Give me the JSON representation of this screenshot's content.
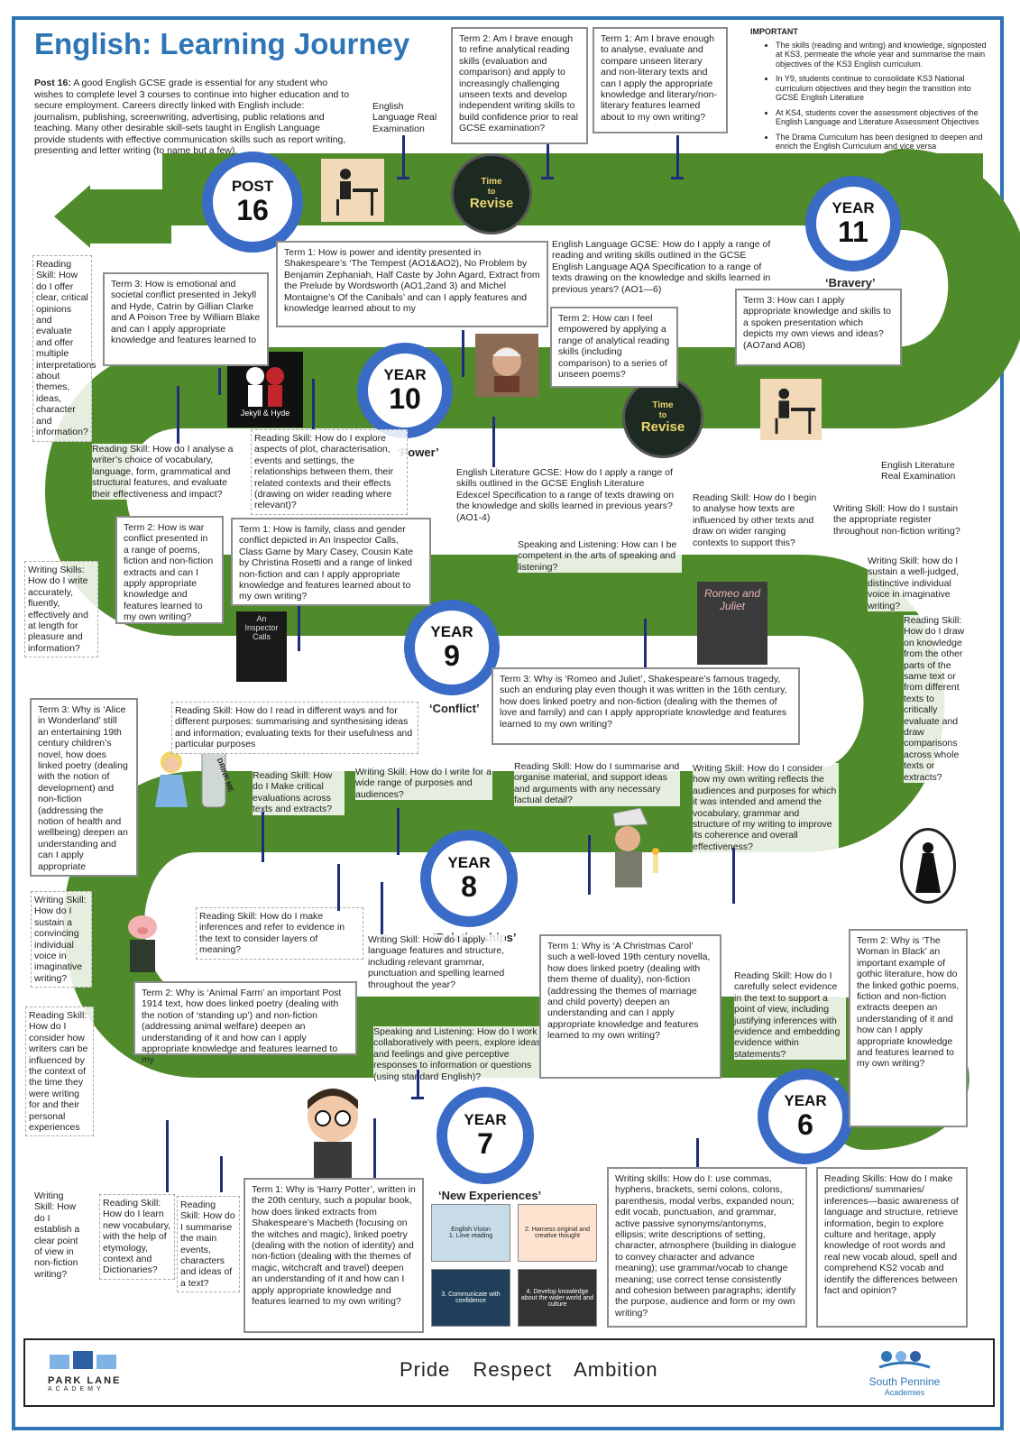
{
  "title": "English: Learning Journey",
  "post16": {
    "label": "Post 16:",
    "text": "A good English GCSE grade is essential for any student who wishes to complete level 3 courses to continue into higher education and to secure employment. Careers directly linked with English include: journalism, publishing, screenwriting, advertising, public relations and teaching. Many other desirable skill-sets taught in English Language provide students with effective communication skills such as report writing, presenting and letter writing (to name but a few)."
  },
  "important": {
    "heading": "IMPORTANT",
    "items": [
      "The skills (reading and writing) and knowledge, signposted at KS3, permeate the whole year and summarise the main objectives of the KS3 English curriculum.",
      "In Y9, students continue to consolidate KS3 National curriculum objectives and they begin the transition into GCSE English Literature",
      "At KS4, students cover the assessment objectives of the English Language and Literature Assessment Objectives",
      "The Drama Curriculum has been designed to deepen and enrich the English Curriculum and vice versa"
    ]
  },
  "circles": {
    "post16": {
      "label": "POST",
      "num": "16"
    },
    "y11": {
      "label": "YEAR",
      "num": "11"
    },
    "y10": {
      "label": "YEAR",
      "num": "10"
    },
    "y9": {
      "label": "YEAR",
      "num": "9"
    },
    "y8": {
      "label": "YEAR",
      "num": "8"
    },
    "y7": {
      "label": "YEAR",
      "num": "7"
    },
    "y6": {
      "label": "YEAR",
      "num": "6"
    }
  },
  "themes": {
    "y11": "‘Bravery’",
    "y10": "‘Power’",
    "y9": "‘Conflict’",
    "y8": "‘Relationships’",
    "y7": "‘New Experiences’"
  },
  "y11": {
    "lang_exam": "English Language Real Examination",
    "term2": "Term 2: Am I brave enough to refine analytical reading skills (evaluation and comparison) and apply to increasingly challenging unseen texts and develop independent writing skills to build confidence prior to real GCSE examination?",
    "term1": "Term 1: Am I brave enough to analyse, evaluate and compare unseen literary and non-literary texts and can I apply the appropriate knowledge and literary/non-literary features learned about to my own writing?",
    "lang_gcse": "English Language GCSE: How do I apply a range of reading and writing skills outlined in the GCSE English Language AQA Specification to a range of texts drawing on the knowledge and skills learned in previous years? (AO1—6)",
    "term3": "Term 3: How can I apply appropriate knowledge and skills to a spoken presentation which depicts my own views and ideas? (AO7and AO8)",
    "lit_exam": "English Literature Real Examination"
  },
  "y10": {
    "term1": "Term 1: How is power and identity presented in Shakespeare’s ‘The Tempest (AO1&AO2), No Problem by Benjamin Zephaniah, Half Caste by John Agard, Extract from the Prelude by Wordsworth (AO1,2and 3) and Michel Montaigne’s Of the Canibals’ and can I apply features and knowledge learned about to my",
    "term2": "Term 2: How can I feel empowered by applying a range of analytical reading skills (including comparison) to a series of unseen poems?",
    "term3": "Term 3: How is emotional and societal conflict presented in Jekyll and Hyde, Catrin by Gillian Clarke and A Poison Tree by William Blake and can I apply appropriate knowledge and features learned to",
    "reading_left": "Reading Skill: How do I offer clear, critical opinions and evaluate and offer multiple interpretations about themes, ideas, character and information?",
    "reading_analyse": "Reading Skill: How do I analyse a writer’s choice of vocabulary, language, form, grammatical and structural features, and evaluate their effectiveness and impact?",
    "reading_explore": "Reading Skill: How do I explore aspects of plot, characterisation, events and settings, the relationships between them, their related contexts and their effects (drawing on wider reading where relevant)?",
    "lit_gcse": "English Literature GCSE: How do I apply a range of skills outlined in the GCSE English Literature Edexcel Specification to a range of texts drawing on the knowledge and skills learned in previous years? (AO1-4)",
    "jekyll_caption": "Jekyll & Hyde",
    "revise": [
      "Time",
      "to",
      "Revise"
    ]
  },
  "y9": {
    "term2": "Term 2: How is war conflict presented in a range of poems, fiction and non-fiction extracts and can I apply appropriate knowledge and features learned to my own writing?",
    "term1": "Term 1: How is family, class and gender conflict depicted in An Inspector Calls, Class Game by Mary Casey, Cousin Kate by Christina Rosetti and a range of linked non-fiction and can I apply appropriate knowledge and features learned about to my own writing?",
    "writing_left": "Writing Skills: How do I write accurately, fluently, effectively and at length for pleasure and information?",
    "reading_contexts": "Reading Skill: How do I begin to analyse how texts are influenced by other texts and draw on wider ranging contexts to support this?",
    "writing_register": "Writing Skill: How do I sustain the appropriate register throughout non-fiction writing?",
    "speaking": "Speaking and Listening: How can I be competent in the arts of speaking and listening?",
    "writing_voice": "Writing Skill: how do I sustain a well-judged, distinctive individual voice in imaginative writing?",
    "reading_draw": "Reading Skill: How do I draw on knowledge from the other parts of the same text or from different texts to critically evaluate and draw comparisons across whole texts or extracts?",
    "term3": "Term 3: Why is ‘Romeo and Juliet’, Shakespeare’s famous tragedy, such an enduring play even though it was written in the 16th century, how does linked poetry and non-fiction (dealing with the themes of love and family) and can I apply appropriate knowledge and features learned to my own writing?",
    "reading_purposes": "Reading Skill: How do I read in different ways and for different purposes: summarising and synthesising ideas and information; evaluating texts for their usefulness and particular purposes",
    "inspector_caption": "An Inspector Calls",
    "romeo_caption": "Romeo and Juliet"
  },
  "y8": {
    "term3": "Term 3: Why is ‘Alice in Wonderland’ still an entertaining 19th century children’s novel, how does linked poetry (dealing with the notion of development) and non-fiction (addressing the notion of health and wellbeing) deepen an understanding and can I apply appropriate",
    "reading_critical": "Reading Skill: How do I Make critical evaluations across texts and extracts?",
    "writing_range": "Writing Skill: How do I write for a wide range of purposes and audiences?",
    "reading_summarise": "Reading Skill: How do I summarise and organise material, and support ideas and arguments with any necessary factual detail?",
    "writing_consider": "Writing Skill: How do I consider how my own writing reflects the audiences and purposes for which it was intended and amend the vocabulary, grammar and structure of my writing to improve its coherence and overall effectiveness?",
    "writing_voice": "Writing Skill: How do I sustain a convincing individual voice in imaginative writing?",
    "reading_inferences": "Reading Skill: How do I make inferences and refer to evidence in the text to consider layers of meaning?",
    "writing_language": "Writing Skill: How do I apply language features and structure, including relevant grammar, punctuation and spelling learned throughout the year?",
    "term2": "Term 2: Why is ‘Animal Farm’ an important Post 1914 text, how does linked poetry (dealing with the notion of ‘standing up’) and non-fiction (addressing animal welfare) deepen an understanding of it and how can I apply appropriate knowledge and features learned to my",
    "reading_writers": "Reading Skill: How do I consider how writers can be influenced by the context of the time they were writing for and their personal experiences",
    "speaking": "Speaking and Listening: How do I work collaboratively with peers, explore ideas and feelings and give perceptive responses to information or questions (using standard English)?",
    "term1": "Term 1: Why is ‘A Christmas Carol’ such a well-loved 19th century novella, how does linked poetry (dealing with them theme of duality), non-fiction (addressing the themes of marriage and child poverty) deepen an understanding and can I apply appropriate knowledge and features learned to my own writing?",
    "reading_select": "Reading Skill: How do I carefully select evidence in the text to support a point of view, including justifying inferences with evidence and embedding evidence within statements?",
    "woman_term2": "Term 2: Why is ‘The Woman in Black’ an important example of gothic literature, how do the linked gothic poems, fiction and non-fiction extracts deepen an understanding of it and how can I apply appropriate knowledge and features learned to my own writing?",
    "drink_caption": "DRINK ME"
  },
  "y7": {
    "writing_viewpoint": "Writing Skill: How do I establish a clear point of view in non-fiction writing?",
    "reading_vocab": "Reading Skill: How do I learn new vocabulary, with the help of etymology, context and Dictionaries?",
    "reading_summarise": "Reading Skill: How do I summarise the main events, characters and ideas of a text?",
    "term1": "Term 1: Why is ‘Harry Potter’, written in the 20th century, such a popular book, how does linked extracts from Shakespeare’s Macbeth (focusing on the witches and magic), linked poetry (dealing with the notion of identity) and non-fiction (dealing with the themes of magic, witchcraft and travel) deepen an understanding of it and how can I apply appropriate knowledge and features learned to my own writing?",
    "vision": [
      "English Vision",
      "1. Love reading",
      "2. Harness original and creative thought",
      "3. Communicate with confidence",
      "4. Develop knowledge about the wider world and culture"
    ],
    "writing_skills": "Writing skills: How do I: use commas, hyphens, brackets, semi colons, colons, parenthesis, modal verbs, expanded noun; edit vocab, punctuation, and grammar, active passive synonyms/antonyms, ellipsis; write descriptions of setting, character, atmosphere (building in dialogue to convey character and advance meaning); use grammar/vocab to change meaning; use correct tense consistently and cohesion between paragraphs; identify the purpose, audience and form or my own writing?"
  },
  "y6": {
    "reading_skills": "Reading Skills: How do I make predictions/ summaries/ inferences—basic awareness of language and structure, retrieve information, begin to explore culture and heritage, apply knowledge of root words and real new vocab aloud, spell and comprehend KS2 vocab and identify the differences between fact and opinion?"
  },
  "footer": {
    "motto": "Pride Respect Ambition",
    "school": "PARK LANE",
    "school_sub": "ACADEMY",
    "trust": "South Pennine",
    "trust_sub": "Academies"
  },
  "colors": {
    "road": "#4f8a2b",
    "circle_ring": "#3a6bc7",
    "title": "#2e75b6",
    "pin": "#1f2d7a"
  }
}
